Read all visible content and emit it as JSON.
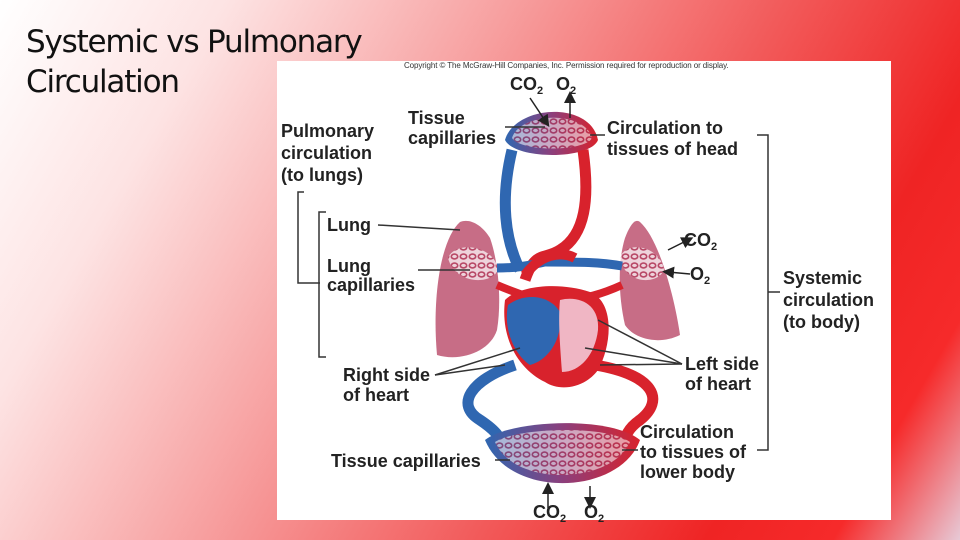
{
  "slide": {
    "title_line1": "Systemic vs Pulmonary",
    "title_line2": "Circulation"
  },
  "figure": {
    "copyright": "Copyright © The McGraw-Hill Companies, Inc. Permission required for reproduction or display.",
    "labels": {
      "gas_top_co2": "CO",
      "gas_top_o2": "O",
      "tissue_cap_top_1": "Tissue",
      "tissue_cap_top_2": "capillaries",
      "circ_head_1": "Circulation to",
      "circ_head_2": "tissues of head",
      "pulmonary_1": "Pulmonary",
      "pulmonary_2": "circulation",
      "pulmonary_3": "(to lungs)",
      "lung": "Lung",
      "lung_cap_1": "Lung",
      "lung_cap_2": "capillaries",
      "co2_right": "CO",
      "o2_right": "O",
      "systemic_1": "Systemic",
      "systemic_2": "circulation",
      "systemic_3": "(to body)",
      "right_heart_1": "Right side",
      "right_heart_2": "of heart",
      "left_heart_1": "Left side",
      "left_heart_2": "of heart",
      "circ_lower_1": "Circulation",
      "circ_lower_2": "to tissues of",
      "circ_lower_3": "lower body",
      "tissue_cap_bottom": "Tissue capillaries",
      "gas_bottom_co2": "CO",
      "gas_bottom_o2": "O",
      "subscript_2": "2"
    },
    "colors": {
      "oxygenated": "#d8222c",
      "deoxygenated": "#2f67b1",
      "lung": "#c76d86",
      "heart_chamber": "#f0b6c4"
    }
  }
}
